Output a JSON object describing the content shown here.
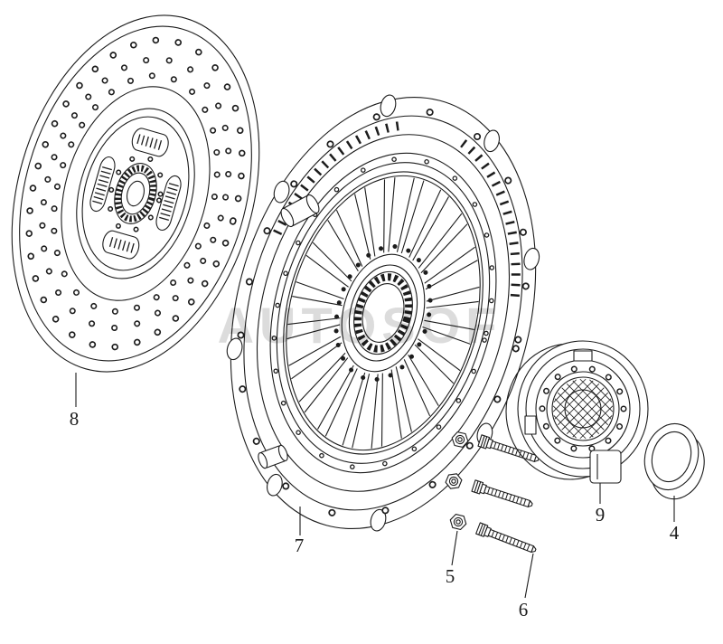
{
  "page": {
    "background": "#ffffff",
    "line_color": "#1c1c1c",
    "watermark_color": "#c6c6c6"
  },
  "watermark": {
    "text": "AUTOSOF"
  },
  "labels": {
    "clutch_disc": "8",
    "pressure_plate": "7",
    "nut": "5",
    "bolt": "6",
    "release_bearing": "9",
    "ring": "4"
  }
}
